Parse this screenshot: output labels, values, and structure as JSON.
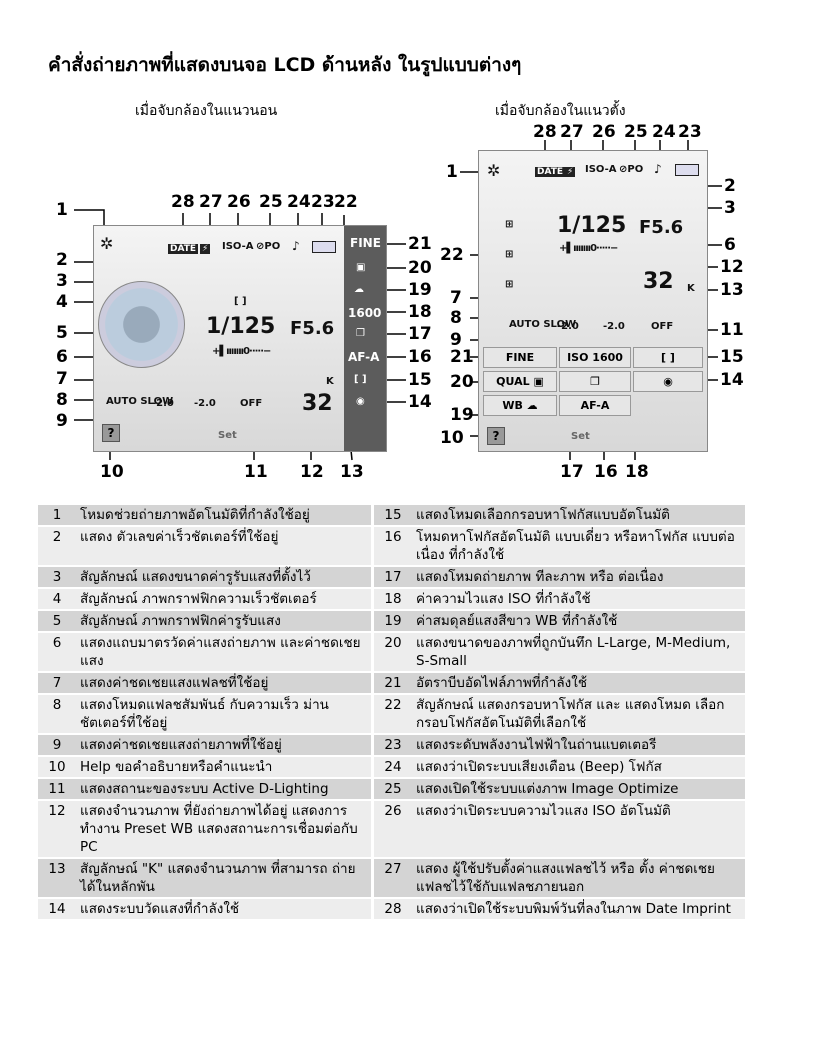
{
  "title": "คำสั่งถ่ายภาพที่แสดงบนจอ LCD ด้านหลัง ในรูปแบบต่างๆ",
  "captions": {
    "horizontal": "เมื่อจับกล้องในแนวนอน",
    "vertical": "เมื่อจับกล้องในแนวตั้ง"
  },
  "lcd": {
    "date": "DATE",
    "flash_comp": "⚡",
    "iso_auto": "ISO-A",
    "optimize": "⊘PO",
    "beep": "♪",
    "shutter": "1/125",
    "aperture": "F5.6",
    "frames": "32",
    "k": "K",
    "quality": "FINE",
    "iso": "1600",
    "af": "AF-A",
    "focus_area": "[ ]",
    "flash_mode": "AUTO SLOW",
    "exp_comp": "-2.0",
    "flash_comp_value": "-2.0",
    "adl": "OFF",
    "help": "?",
    "setup": "Set",
    "iso_label": "ISO",
    "qual_label": "QUAL",
    "wb_label": "WB"
  },
  "left_numbers": [
    "1",
    "2",
    "3",
    "4",
    "5",
    "6",
    "7",
    "8",
    "9",
    "10",
    "11",
    "12",
    "13",
    "14",
    "15",
    "16",
    "17",
    "18",
    "19",
    "20",
    "21",
    "22",
    "23",
    "24",
    "25",
    "26",
    "27",
    "28"
  ],
  "right_numbers": [
    "1",
    "2",
    "3",
    "6",
    "7",
    "8",
    "9",
    "10",
    "11",
    "12",
    "13",
    "14",
    "15",
    "16",
    "17",
    "18",
    "19",
    "20",
    "21",
    "22",
    "23",
    "24",
    "25",
    "26",
    "27",
    "28"
  ],
  "legend": [
    {
      "n1": "1",
      "d1": "โหมดช่วยถ่ายภาพอัตโนมัติที่กำลังใช้อยู่",
      "n2": "15",
      "d2": "แสดงโหมดเลือกกรอบหาโฟกัสแบบอัตโนมัติ"
    },
    {
      "n1": "2",
      "d1": "แสดง ตัวเลขค่าเร็วชัตเตอร์ที่ใช้อยู่",
      "n2": "16",
      "d2": "โหมดหาโฟกัสอัตโนมัติ แบบเดี่ยว หรือหาโฟกัส แบบต่อเนื่อง ที่กำลังใช้"
    },
    {
      "n1": "3",
      "d1": "สัญลักษณ์ แสดงขนาดค่ารูรับแสงที่ตั้งไว้",
      "n2": "17",
      "d2": "แสดงโหมดถ่ายภาพ ทีละภาพ หรือ ต่อเนื่อง"
    },
    {
      "n1": "4",
      "d1": "สัญลักษณ์ ภาพกราฟฟิกความเร็วชัตเตอร์",
      "n2": "18",
      "d2": "ค่าความไวแสง ISO ที่กำลังใช้"
    },
    {
      "n1": "5",
      "d1": "สัญลักษณ์ ภาพกราฟฟิกค่ารูรับแสง",
      "n2": "19",
      "d2": "ค่าสมดุลย์แสงสีขาว WB ที่กำลังใช้"
    },
    {
      "n1": "6",
      "d1": "แสดงแถบมาตรวัดค่าแสงถ่ายภาพ และค่าชดเชยแสง",
      "n2": "20",
      "d2": "แสดงขนาดของภาพที่ถูกบันทึก L-Large, M-Medium, S-Small"
    },
    {
      "n1": "7",
      "d1": "แสดงค่าชดเชยแสงแฟลชที่ใช้อยู่",
      "n2": "21",
      "d2": "อัตราบีบอัดไฟล์ภาพที่กำลังใช้"
    },
    {
      "n1": "8",
      "d1": "แสดงโหมดแฟลชสัมพันธ์ กับความเร็ว ม่านชัตเตอร์ที่ใช้อยู่",
      "n2": "22",
      "d2": "สัญลักษณ์ แสดงกรอบหาโฟกัส และ แสดงโหมด เลือกกรอบโฟกัสอัตโนมัติที่เลือกใช้"
    },
    {
      "n1": "9",
      "d1": "แสดงค่าชดเชยแสงถ่ายภาพที่ใช้อยู่",
      "n2": "23",
      "d2": "แสดงระดับพลังงานไฟฟ้าในถ่านแบตเตอรี"
    },
    {
      "n1": "10",
      "d1": "Help ขอคำอธิบายหรือคำแนะนำ",
      "n2": "24",
      "d2": "แสดงว่าเปิดระบบเสียงเตือน (Beep) โฟกัส"
    },
    {
      "n1": "11",
      "d1": "แสดงสถานะของระบบ Active D-Lighting",
      "n2": "25",
      "d2": "แสดงเปิดใช้ระบบแต่งภาพ Image Optimize"
    },
    {
      "n1": "12",
      "d1": "แสดงจำนวนภาพ ที่ยังถ่ายภาพได้อยู่ แสดงการทำงาน Preset WB แสดงสถานะการเชื่อมต่อกับ PC",
      "n2": "26",
      "d2": "แสดงว่าเปิดระบบความไวแสง ISO อัตโนมัติ"
    },
    {
      "n1": "13",
      "d1": "สัญลักษณ์ \"K\" แสดงจำนวนภาพ ที่สามารถ ถ่ายได้ในหลักพัน",
      "n2": "27",
      "d2": "แสดง ผู้ใช้ปรับตั้งค่าแสงแฟลชไว้ หรือ ตั้ง ค่าชดเชยแฟลชไว้ใช้กับแฟลชภายนอก"
    },
    {
      "n1": "14",
      "d1": "แสดงระบบวัดแสงที่กำลังใช้",
      "n2": "28",
      "d2": "แสดงว่าเปิดใช้ระบบพิมพ์วันที่ลงในภาพ Date Imprint"
    }
  ]
}
